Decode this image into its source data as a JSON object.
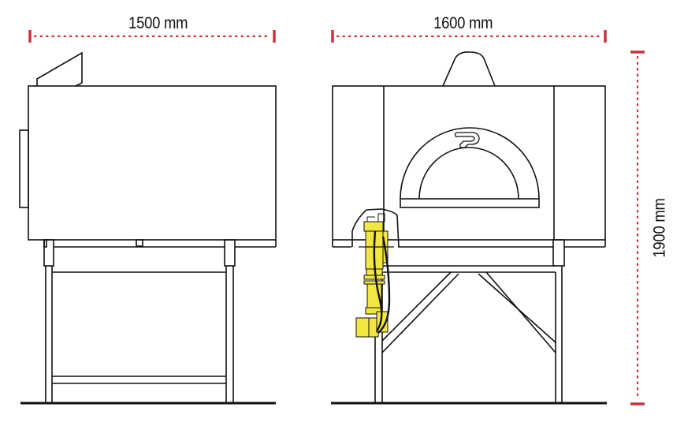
{
  "diagram": {
    "type": "technical-drawing",
    "subject": "wood-fired oven with stand and gas burner",
    "views": [
      {
        "name": "side-view",
        "width_label": "1500 mm"
      },
      {
        "name": "front-view",
        "width_label": "1600 mm"
      }
    ],
    "dimensions": {
      "side_width": "1500 mm",
      "front_width": "1600 mm",
      "height": "1900 mm"
    },
    "colors": {
      "dimension_line": "#c8323c",
      "outline": "#111111",
      "burner": "#f2e640",
      "background": "#ffffff"
    },
    "logo_glyph": "P"
  }
}
